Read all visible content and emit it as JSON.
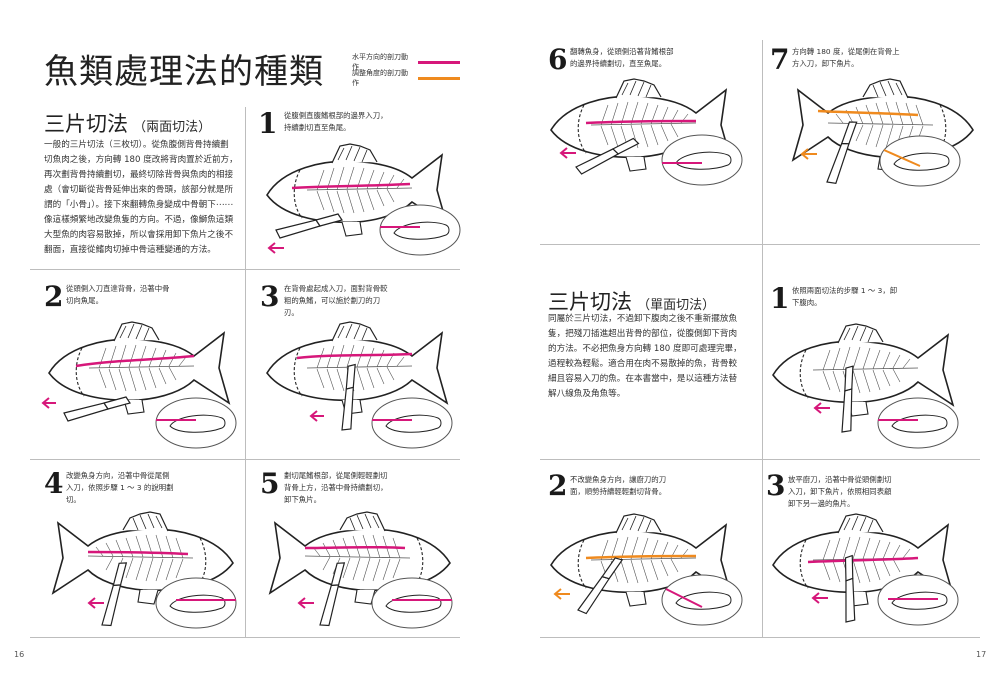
{
  "title": "魚類處理法的種類",
  "legend": [
    {
      "label": "水平方向的剖刀動作",
      "color": "#d6177a"
    },
    {
      "label": "調整角度的剖刀動作",
      "color": "#ef8a1e"
    }
  ],
  "section_two_side": {
    "title": "三片切法",
    "subtitle": "（兩面切法）",
    "body": [
      "一般的三片切法（三枚切）。從魚腹側背骨持續劃",
      "切魚肉之後，方向轉 180 度改將背肉置於近前方，",
      "再次劃背骨持續劃切，最終切除背骨與魚肉的相接",
      "處（會切斷從背骨延伸出來的骨頭，該部分就是所",
      "謂的「小骨」）。接下來翻轉魚身變成中骨朝下⋯⋯",
      "像這樣頻繁地改變魚隻的方向。不過，像鰤魚這類",
      "大型魚的肉容易散掉，所以會採用卸下魚片之後不",
      "翻面，直接從鰭肉切掉中骨這種變通的方法。"
    ]
  },
  "steps_left": [
    {
      "num": "1",
      "text": [
        "從腹側直腹鰭根部的邊界入刀，",
        "持續劃切直至魚尾。"
      ]
    },
    {
      "num": "2",
      "text": [
        "從頭側入刀直達背骨，沿著中骨",
        "切向魚尾。"
      ]
    },
    {
      "num": "3",
      "text": [
        "在背骨處起成入刀，面對背骨較",
        "粗的魚鰭，可以施於劃刀的刀",
        "刃。"
      ]
    },
    {
      "num": "4",
      "text": [
        "改變魚身方向，沿著中骨從尾側",
        "入刀，依照步驟 1 ～ 3 的說明劃",
        "切。"
      ]
    },
    {
      "num": "5",
      "text": [
        "劃切尾鰭根部，從尾側輕輕劃切",
        "背骨上方，沿著中骨持續劃切，",
        "卸下魚片。"
      ]
    }
  ],
  "steps_right_top": [
    {
      "num": "6",
      "text": [
        "翻轉魚身，從頭側沿著背鰭根部",
        "的邊界持續劃切，直至魚尾。"
      ]
    },
    {
      "num": "7",
      "text": [
        "方向轉 180 度，從尾側在背骨上",
        "方入刀，卸下魚片。"
      ]
    }
  ],
  "section_one_side": {
    "title": "三片切法",
    "subtitle": "（單面切法）",
    "body": [
      "同屬於三片切法，不過卸下腹肉之後不重新擺放魚",
      "隻，把殘刀插進超出背骨的部位，從腹側卸下背肉",
      "的方法。不必把魚身方向轉 180 度即可處理完畢，",
      "過程較為輕鬆。適合用在肉不易散掉的魚，背骨較",
      "細且容易入刀的魚。在本書當中，是以這種方法替",
      "解八線魚及角魚等。"
    ]
  },
  "steps_right_bottom": [
    {
      "num": "1",
      "text": [
        "依照兩面切法的步驟 1 ～ 3，卸",
        "下腹肉。"
      ]
    },
    {
      "num": "2",
      "text": [
        "不改變魚身方向，讓廚刀的刀",
        "面，順勢持續輕輕劃切背骨。"
      ]
    },
    {
      "num": "3",
      "text": [
        "放平廚刀，沿著中骨從頭側劃切",
        "入刀，卸下魚片，依照相同表顧",
        "卸下另一邊的魚片。"
      ]
    }
  ],
  "page_numbers": {
    "left": "16",
    "right": "17"
  },
  "colors": {
    "magenta": "#d6177a",
    "orange": "#ef8a1e",
    "ink": "#222222",
    "rule": "#bdbdbd"
  }
}
